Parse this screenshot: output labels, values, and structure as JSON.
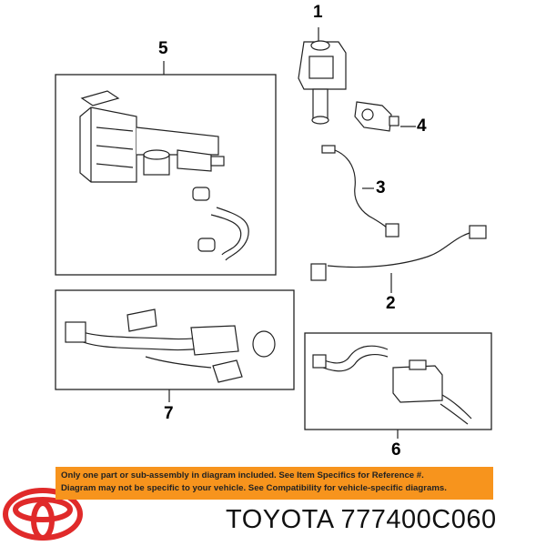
{
  "callouts": {
    "c1": "1",
    "c2": "2",
    "c3": "3",
    "c4": "4",
    "c5": "5",
    "c6": "6",
    "c7": "7"
  },
  "banner": {
    "line1": "Only one part or sub-assembly in diagram included. See Item Specifics for Reference #.",
    "line2": "Diagram may not be specific to your vehicle. See Compatibility for vehicle-specific diagrams."
  },
  "brand_text": "TOYOTA 777400C060",
  "colors": {
    "banner_bg": "#f7941d",
    "logo_red": "#e02a2a",
    "line": "#222222"
  },
  "icons": {
    "logo": "toyota-logo",
    "part1": "vacuum-switching-valve",
    "part2": "oxygen-sensor-long-lead",
    "part3": "oxygen-sensor-short-lead",
    "part4": "sensor-connector",
    "part5": "charcoal-canister-assembly",
    "part6": "canister-filter-hose-assembly",
    "part7": "vapor-hose-harness-assembly"
  }
}
